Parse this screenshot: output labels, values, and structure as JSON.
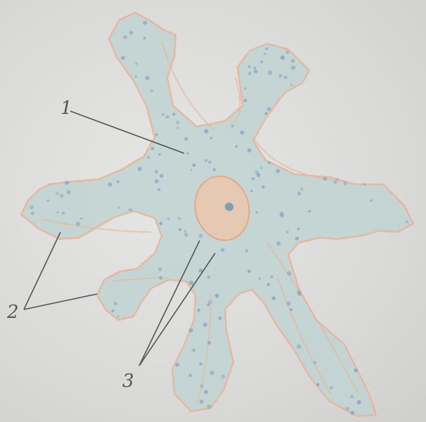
{
  "diagram": {
    "labels": [
      {
        "id": "label-1",
        "text": "1"
      },
      {
        "id": "label-2",
        "text": "2"
      },
      {
        "id": "label-3",
        "text": "3"
      }
    ],
    "colors": {
      "cytoplasm": "#bfd3d2",
      "outline": "#e8b59a",
      "nucleus": "#f0c6a8",
      "nucleolus": "#7d9fb0",
      "granules": "#8fa8c6",
      "leader_lines": "#555555",
      "paper": "#dcdcdb"
    }
  }
}
